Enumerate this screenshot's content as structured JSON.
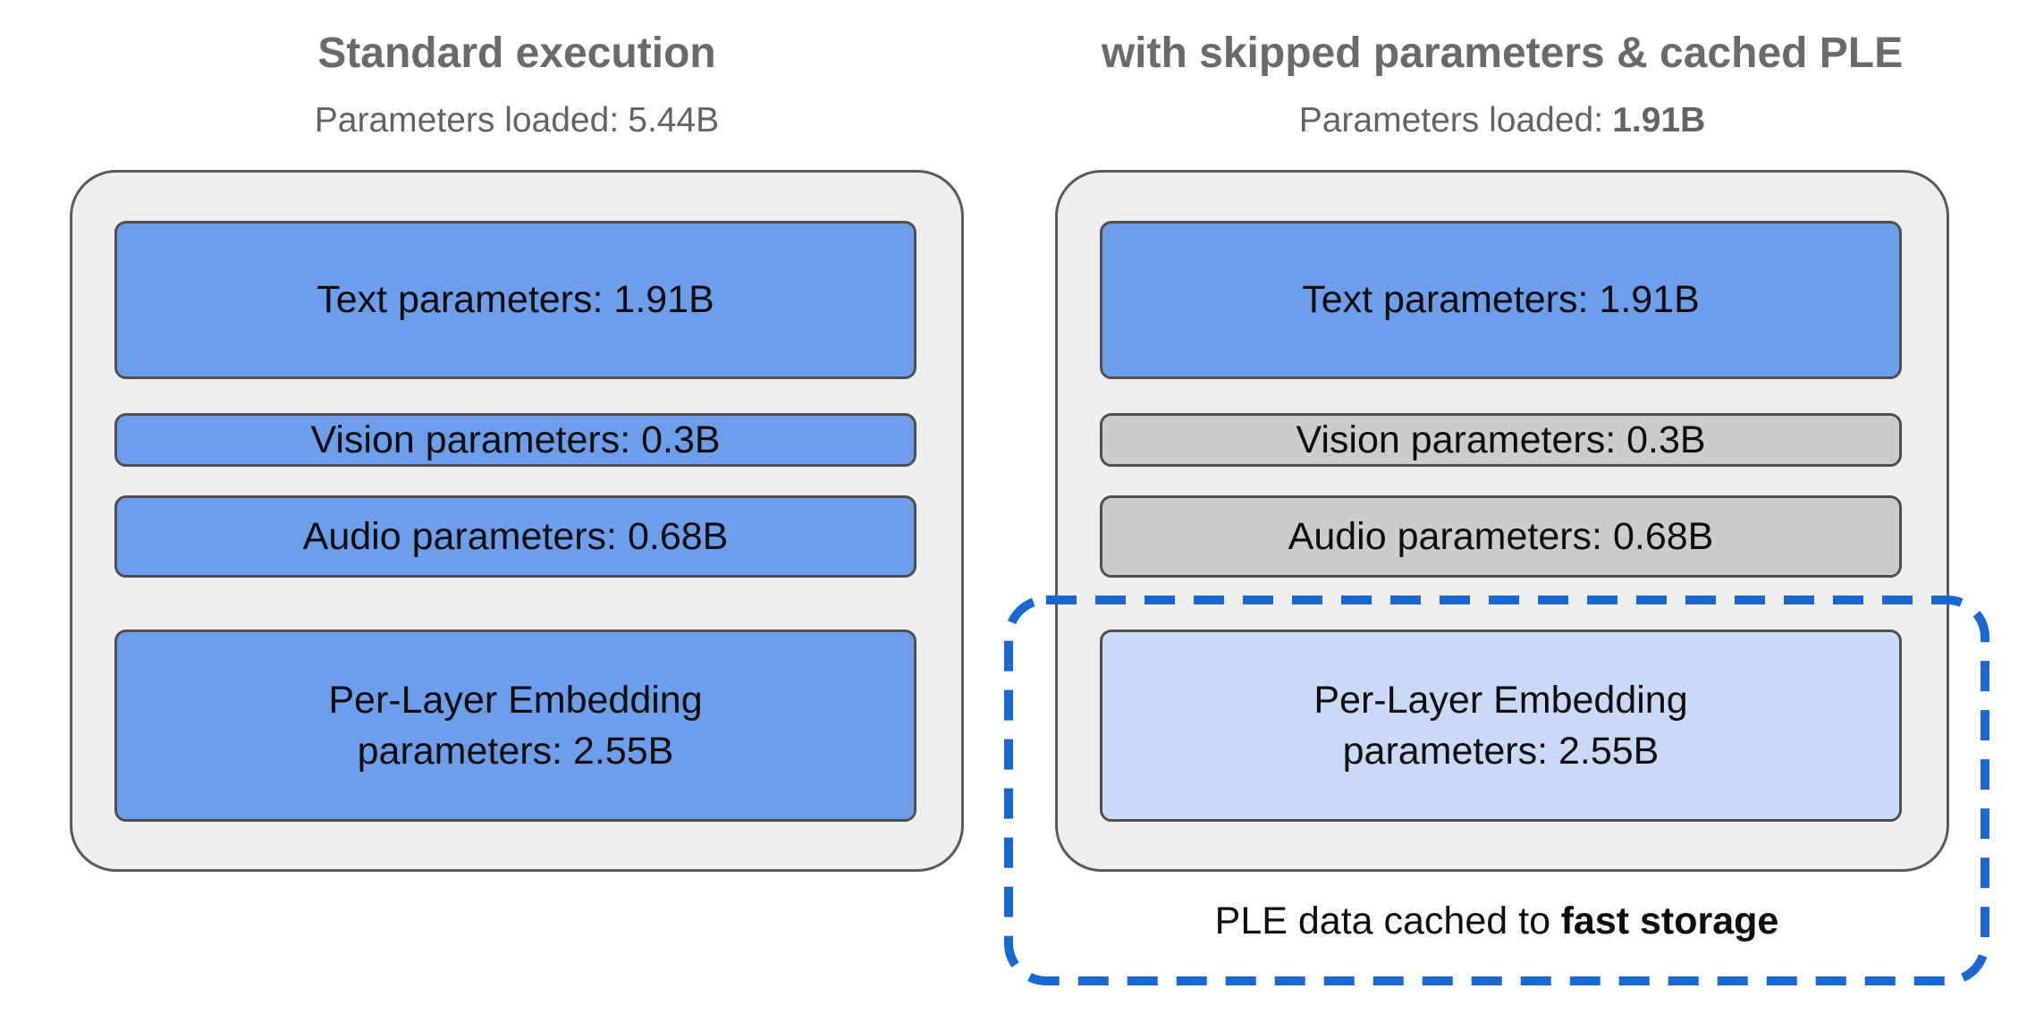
{
  "colors": {
    "box_blue": "#6d9eeb",
    "box_light_blue": "#c9daf8",
    "box_gray": "#cccccc",
    "box_border": "#4f4f4f",
    "container_gray": "#efefef",
    "container_border": "#5a5a5a",
    "dashed_blue": "#1967d2",
    "title_gray": "#6a6a6a",
    "subtitle_gray": "#636363"
  },
  "left_panel": {
    "title": "Standard execution",
    "subtitle_label": "Parameters loaded:",
    "subtitle_value": "5.44B",
    "boxes": [
      {
        "label": "Text parameters: 1.91B",
        "state": "loaded"
      },
      {
        "label": "Vision parameters: 0.3B",
        "state": "loaded"
      },
      {
        "label": "Audio parameters: 0.68B",
        "state": "loaded"
      },
      {
        "label_line1": "Per-Layer Embedding",
        "label_line2": "parameters: 2.55B",
        "state": "loaded"
      }
    ]
  },
  "right_panel": {
    "title": "with skipped parameters & cached PLE",
    "subtitle_label": "Parameters loaded:",
    "subtitle_value": "1.91B",
    "boxes": [
      {
        "label": "Text parameters: 1.91B",
        "state": "loaded"
      },
      {
        "label": "Vision parameters: 0.3B",
        "state": "skipped"
      },
      {
        "label": "Audio parameters: 0.68B",
        "state": "skipped"
      },
      {
        "label_line1": "Per-Layer Embedding",
        "label_line2": "parameters: 2.55B",
        "state": "cached"
      }
    ],
    "caption_prefix": "PLE data cached to",
    "caption_bold": "fast storage"
  }
}
